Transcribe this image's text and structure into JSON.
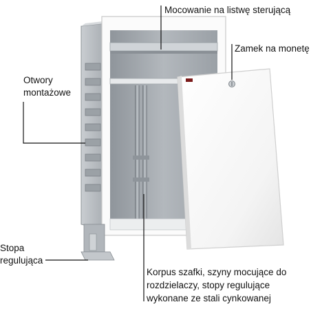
{
  "callouts": {
    "mounting_rail": "Mocowanie na listwę sterującą",
    "coin_lock": "Zamek na monetę",
    "mounting_holes_line1": "Otwory",
    "mounting_holes_line2": "montażowe",
    "foot_line1": "Stopa",
    "foot_line2": "regulująca",
    "body_line1": "Korpus szafki, szyny mocujące do",
    "body_line2": "rozdzielaczy, stopy regulujące",
    "body_line3": "wykonane ze stali cynkowanej"
  },
  "colors": {
    "frame_white": "#f7f7f7",
    "galvanized_steel": "#b9bec3",
    "interior_gray": "#aeb3b8",
    "leader_line": "#111111"
  }
}
